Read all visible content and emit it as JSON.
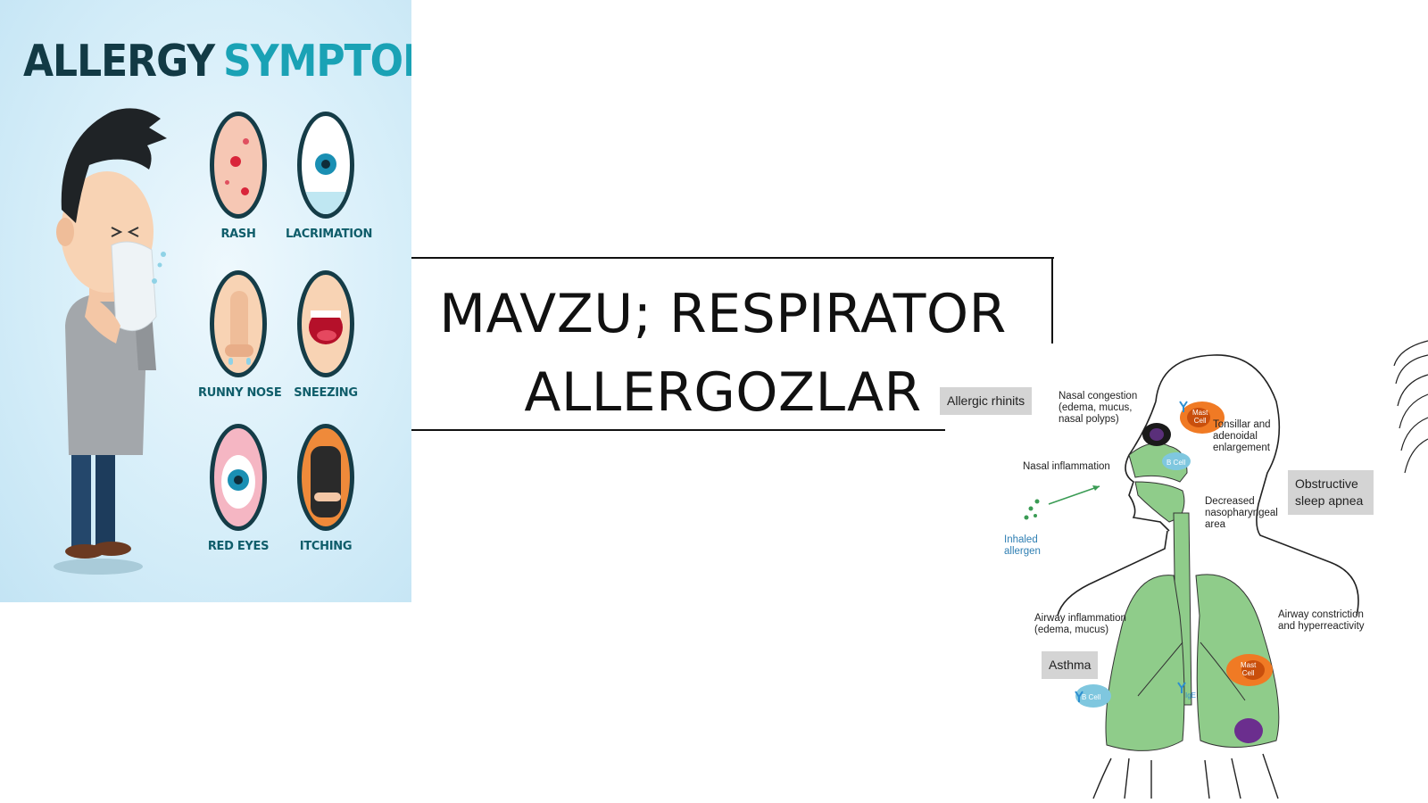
{
  "poster": {
    "title_part1": "ALLERGY",
    "title_part2": "SYMPTOMS",
    "symptoms": [
      "RASH",
      "LACRIMATION",
      "RUNNY NOSE",
      "SNEEZING",
      "RED EYES",
      "ITCHING"
    ]
  },
  "title": {
    "line1": "MAVZU; RESPIRATOR",
    "line2": "ALLERGOZLAR"
  },
  "diagram": {
    "allergic_rhinitis": "Allergic rhinits",
    "nasal_congestion": [
      "Nasal congestion",
      "(edema, mucus,",
      "nasal polyps)"
    ],
    "tonsillar": [
      "Tonsillar and",
      "adenoidal",
      "enlargement"
    ],
    "nasal_inflammation": "Nasal inflammation",
    "obstructive": [
      "Obstructive",
      "sleep apnea"
    ],
    "decreased": [
      "Decreased",
      "nasopharyngeal",
      "area"
    ],
    "inhaled_allergen": [
      "Inhaled",
      "allergen"
    ],
    "airway_inflammation": [
      "Airway inflammation",
      "(edema, mucus)"
    ],
    "airway_constriction": [
      "Airway constriction",
      "and hyperreactivity"
    ],
    "asthma": "Asthma",
    "mast_cell": [
      "Mast",
      "Cell"
    ],
    "b_cell": "B Cell",
    "ige": "IgE"
  },
  "colors": {
    "poster_dark": "#123a45",
    "poster_accent": "#1aa2b5",
    "airway_green": "#8fcc8a",
    "mast_orange": "#f07a24"
  }
}
